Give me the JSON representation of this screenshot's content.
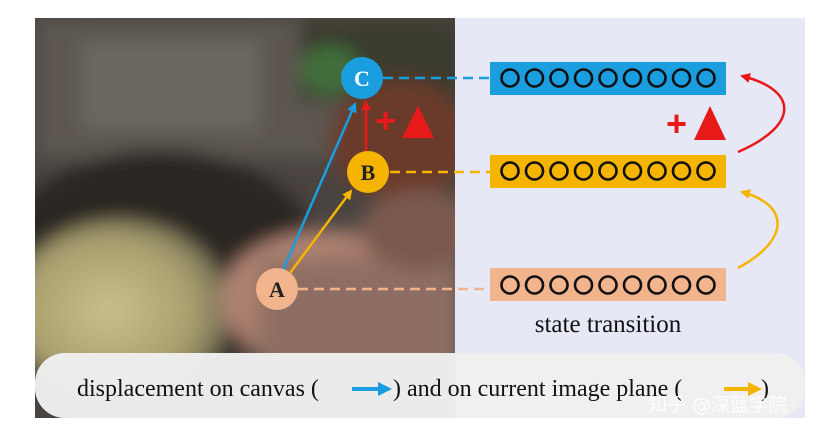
{
  "colors": {
    "node_a": "#f2b48c",
    "node_b": "#f5b400",
    "node_c": "#1a9ee0",
    "delta": "#e81919",
    "bar_c": "#1a9ee0",
    "bar_b": "#f5b400",
    "bar_a": "#f2b48c",
    "right_panel_bg": "#e6e8f6",
    "caption_bg": "#f0f0f0"
  },
  "nodes": {
    "a": {
      "label": "A"
    },
    "b": {
      "label": "B"
    },
    "c": {
      "label": "C"
    }
  },
  "bars": {
    "c": {
      "circle_count": 9
    },
    "b": {
      "circle_count": 9
    },
    "a": {
      "circle_count": 9
    }
  },
  "delta_markers": {
    "left": {
      "plus": "+",
      "icon": "red-triangle-icon"
    },
    "right": {
      "plus": "+",
      "icon": "red-triangle-icon"
    }
  },
  "state_transition_label": "state transition",
  "caption": {
    "part1": "displacement on canvas (",
    "part2": ") and on current image plane (",
    "part3": ")",
    "canvas_arrow_icon": "blue-arrow-icon",
    "image_plane_arrow_icon": "yellow-arrow-icon"
  },
  "watermark": "知乎 @深蓝学院"
}
